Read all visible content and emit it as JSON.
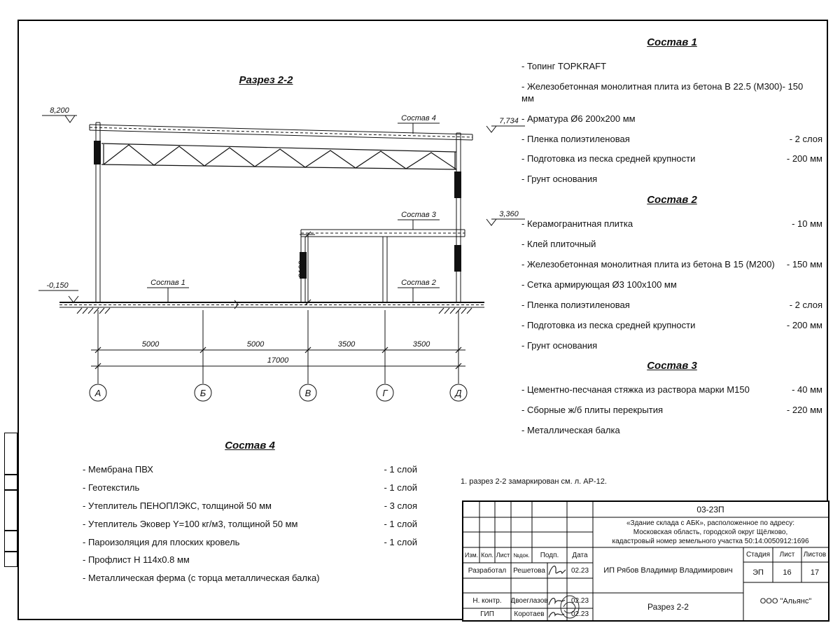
{
  "drawing": {
    "title": "Разрез 2-2",
    "elevations": {
      "top_left": "8,200",
      "top_right": "7,734",
      "mid_right": "3,360",
      "ground": "-0,150"
    },
    "callouts": {
      "c1": "Состав 1",
      "c2": "Состав 2",
      "c3": "Состав 3",
      "c4": "Состав 4"
    },
    "vertical_dim": "3100",
    "dims": [
      "5000",
      "5000",
      "3500",
      "3500"
    ],
    "total_dim": "17000",
    "axes": [
      "А",
      "Б",
      "В",
      "Г",
      "Д"
    ]
  },
  "sostav1": {
    "title": "Состав 1",
    "items": [
      {
        "label": "- Топинг TOPKRAFT",
        "value": ""
      },
      {
        "label": "- Железобетонная  монолитная плита из бетона  В 22.5 (М300)- 150 мм",
        "value": ""
      },
      {
        "label": "- Арматура Ø6 200х200 мм",
        "value": ""
      },
      {
        "label": "- Пленка полиэтиленовая",
        "value": "- 2 слоя"
      },
      {
        "label": "- Подготовка из песка средней  крупности",
        "value": "- 200 мм"
      },
      {
        "label": "- Грунт основания",
        "value": ""
      }
    ]
  },
  "sostav2": {
    "title": "Состав 2",
    "items": [
      {
        "label": "- Керамогранитная плитка",
        "value": "- 10 мм"
      },
      {
        "label": "- Клей плиточный",
        "value": ""
      },
      {
        "label": "- Железобетонная  монолитная плита из бетона В 15 (М200)",
        "value": "- 150 мм"
      },
      {
        "label": "- Сетка армирующая Ø3 100х100 мм",
        "value": ""
      },
      {
        "label": "- Пленка полиэтиленовая",
        "value": "- 2 слоя"
      },
      {
        "label": "- Подготовка из песка средней  крупности",
        "value": "- 200 мм"
      },
      {
        "label": "- Грунт основания",
        "value": ""
      }
    ]
  },
  "sostav3": {
    "title": "Состав 3",
    "items": [
      {
        "label": "- Цементно-песчаная стяжка  из раствора марки М150",
        "value": "- 40 мм"
      },
      {
        "label": "- Сборные ж/б плиты перекрытия",
        "value": "- 220 мм"
      },
      {
        "label": "- Металлическая  балка",
        "value": ""
      }
    ]
  },
  "sostav4": {
    "title": "Состав 4",
    "items": [
      {
        "label": "- Мембрана ПВХ",
        "value": "- 1 слой"
      },
      {
        "label": "- Геотекстиль",
        "value": "- 1 слой"
      },
      {
        "label": "- Утеплитель ПЕНОПЛЭКС, толщиной 50 мм",
        "value": "- 3 слоя"
      },
      {
        "label": "- Утеплитель Эковер Y=100 кг/м3, толщиной 50 мм",
        "value": "- 1 слой"
      },
      {
        "label": "- Пароизоляция для плоских кровель",
        "value": "- 1 слой"
      },
      {
        "label": "- Профлист Н 114х0.8 мм",
        "value": ""
      },
      {
        "label": "- Металлическая ферма (с торца металлическая балка)",
        "value": ""
      }
    ]
  },
  "note": "1. разрез 2-2 замаркирован см. л. АР-12.",
  "titleblock": {
    "code": "03-23П",
    "address_lines": [
      "«Здание склада с АБК», расположенное по адресу:",
      "Московская область, городской округ Щёлково,",
      "кадастровый номер земельного участка 50:14:0050912:1696"
    ],
    "header": {
      "izm": "Изм.",
      "kol": "Кол.",
      "list": "Лист",
      "ndok": "№док.",
      "podp": "Подп.",
      "data": "Дата"
    },
    "rows": [
      {
        "role": "Разработал",
        "name": "Решетова",
        "date": "02.23"
      },
      {
        "role": "Н. контр.",
        "name": "Двоеглазов",
        "date": "02.23"
      },
      {
        "role": "ГИП",
        "name": "Коротаев",
        "date": "02.23"
      }
    ],
    "client": "ИП Рябов Владимир Владимирович",
    "stage_label": "Стадия",
    "sheet_label": "Лист",
    "sheets_label": "Листов",
    "stage": "ЭП",
    "sheet": "16",
    "sheets": "17",
    "doc_name": "Разрез 2-2",
    "company": "ООО \"Альянс\""
  }
}
